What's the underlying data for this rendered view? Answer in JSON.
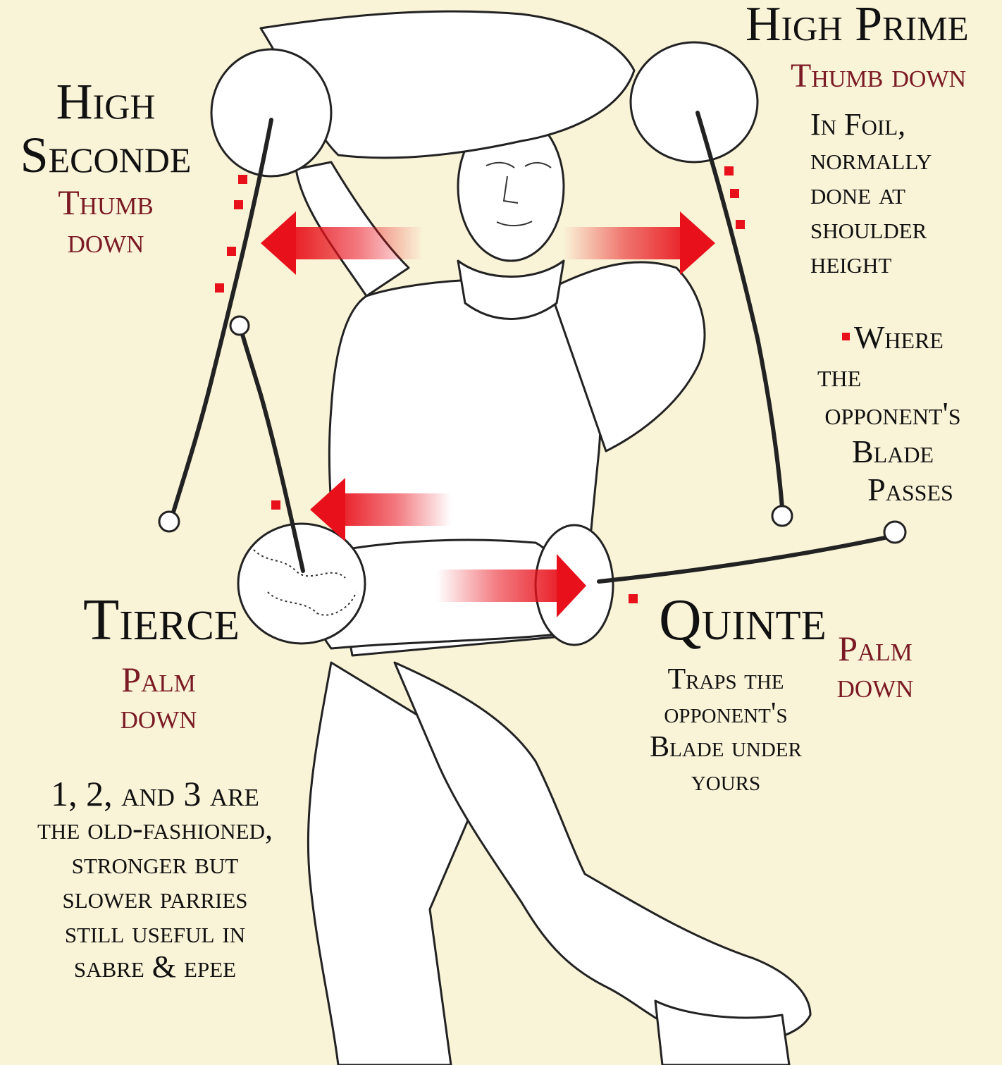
{
  "high_seconde": {
    "title_1": "High",
    "title_2": "Seconde",
    "sub_1": "Thumb",
    "sub_2": "down"
  },
  "high_prime": {
    "title": "High Prime",
    "sub": "Thumb down",
    "note": [
      "In Foil,",
      "normally",
      "done at",
      "shoulder",
      "height"
    ]
  },
  "legend": {
    "lines": [
      "Where",
      "the",
      "opponent's",
      "Blade",
      "Passes"
    ]
  },
  "tierce": {
    "title": "Tierce",
    "sub_1": "Palm",
    "sub_2": "down"
  },
  "quinte": {
    "title": "Quinte",
    "sub_1": "Palm",
    "sub_2": "down",
    "note": [
      "Traps the",
      "opponent's",
      "Blade under",
      "yours"
    ]
  },
  "footnote": {
    "lines": [
      "1, 2, and 3 are",
      "the old-fashioned,",
      "stronger but",
      "slower parries",
      "still useful in",
      "sabre & epee"
    ]
  },
  "colors": {
    "background": "#f9f3d7",
    "title": "#111111",
    "subtitle": "#7a1a24",
    "arrow": "#e8101a"
  }
}
